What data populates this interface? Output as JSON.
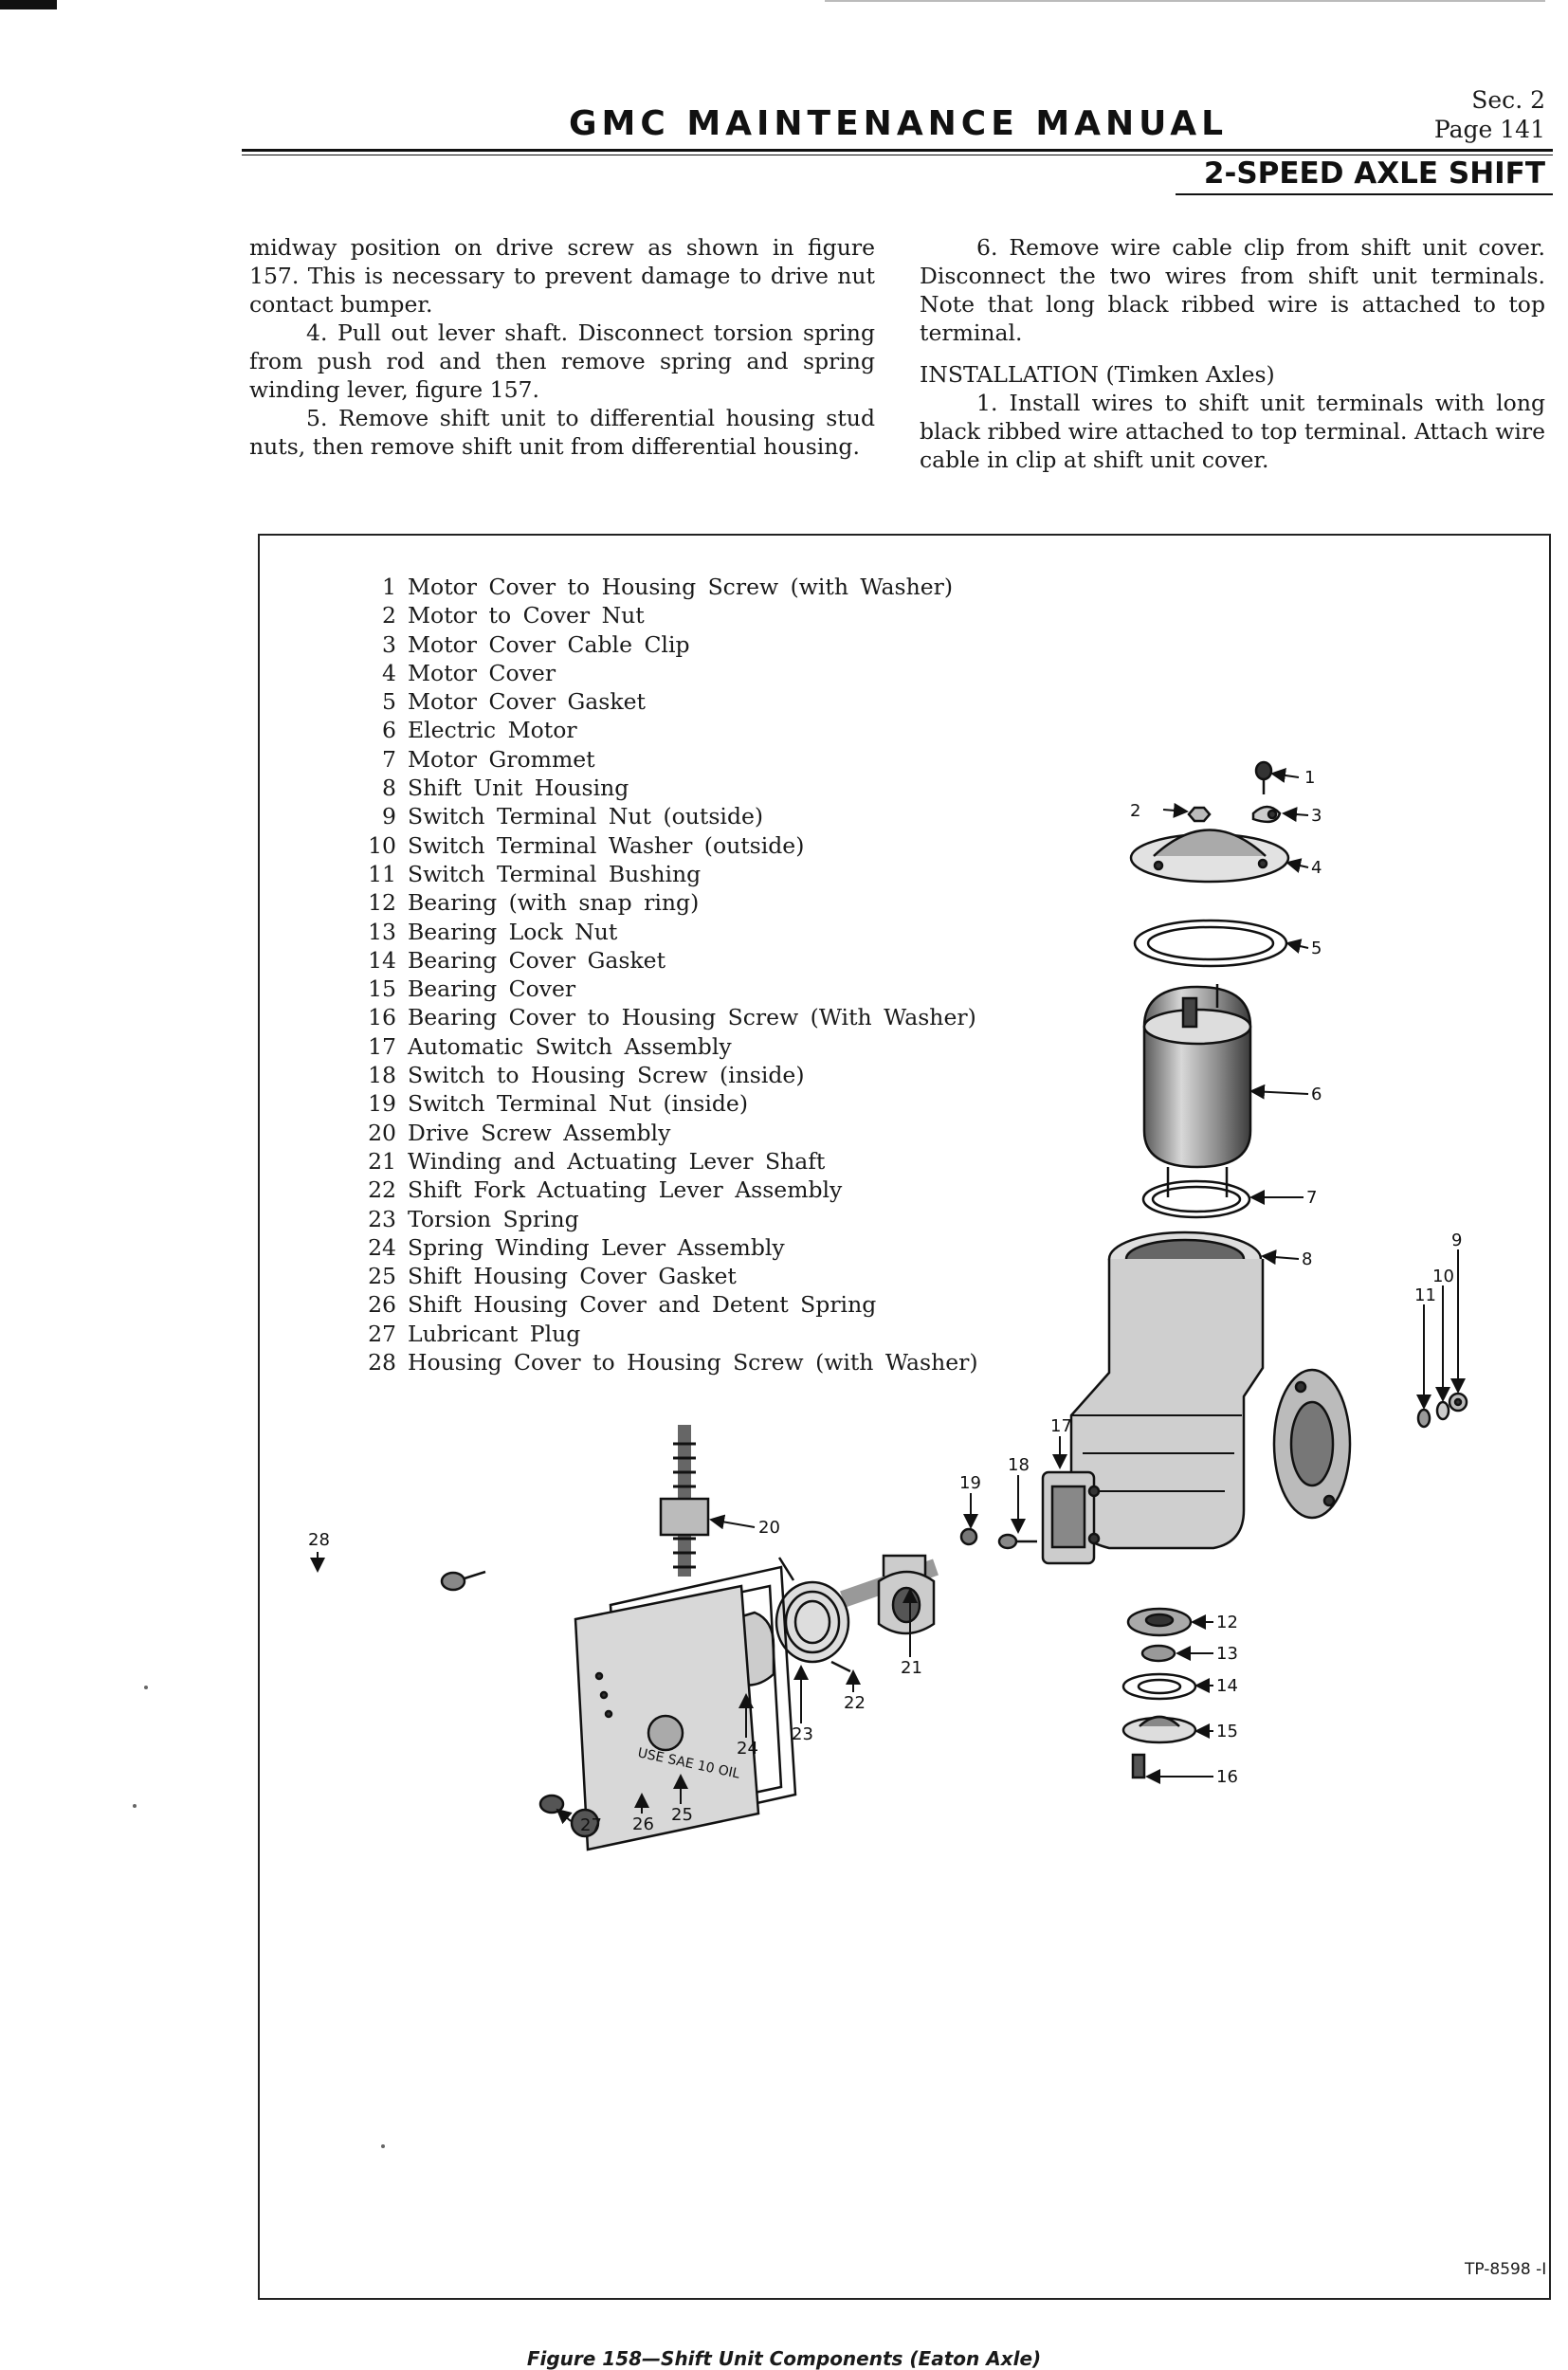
{
  "header": {
    "manual_title": "GMC MAINTENANCE MANUAL",
    "section": "Sec. 2",
    "page": "Page 141",
    "section_title": "2-SPEED AXLE SHIFT"
  },
  "left_column": {
    "p1": "midway position on drive screw as shown in figure 157. This is necessary to prevent damage to drive nut contact bumper.",
    "p2": "4. Pull out lever shaft. Disconnect torsion spring from push rod and then remove spring and spring winding lever, figure 157.",
    "p3": "5. Remove shift unit to differential housing stud nuts, then remove shift unit from differential housing."
  },
  "right_column": {
    "p1": "6. Remove wire cable clip from shift unit cover. Disconnect the two wires from shift unit terminals. Note that long black ribbed wire is attached to top terminal.",
    "heading": "INSTALLATION (Timken Axles)",
    "p2": "1. Install wires to shift unit terminals with long black ribbed wire attached to top terminal. Attach wire cable in clip at shift unit cover."
  },
  "legend": [
    {
      "num": "1",
      "label": "Motor Cover to Housing Screw (with Washer)"
    },
    {
      "num": "2",
      "label": "Motor to Cover Nut"
    },
    {
      "num": "3",
      "label": "Motor Cover Cable Clip"
    },
    {
      "num": "4",
      "label": "Motor Cover"
    },
    {
      "num": "5",
      "label": "Motor Cover Gasket"
    },
    {
      "num": "6",
      "label": "Electric Motor"
    },
    {
      "num": "7",
      "label": "Motor Grommet"
    },
    {
      "num": "8",
      "label": "Shift Unit Housing"
    },
    {
      "num": "9",
      "label": "Switch Terminal Nut (outside)"
    },
    {
      "num": "10",
      "label": "Switch Terminal Washer (outside)"
    },
    {
      "num": "11",
      "label": "Switch Terminal Bushing"
    },
    {
      "num": "12",
      "label": "Bearing (with snap ring)"
    },
    {
      "num": "13",
      "label": "Bearing Lock Nut"
    },
    {
      "num": "14",
      "label": "Bearing Cover Gasket"
    },
    {
      "num": "15",
      "label": "Bearing Cover"
    },
    {
      "num": "16",
      "label": "Bearing Cover to Housing Screw (With Washer)"
    },
    {
      "num": "17",
      "label": "Automatic Switch Assembly"
    },
    {
      "num": "18",
      "label": "Switch to Housing Screw (inside)"
    },
    {
      "num": "19",
      "label": "Switch Terminal Nut (inside)"
    },
    {
      "num": "20",
      "label": "Drive Screw Assembly"
    },
    {
      "num": "21",
      "label": "Winding and Actuating Lever Shaft"
    },
    {
      "num": "22",
      "label": "Shift Fork Actuating Lever Assembly"
    },
    {
      "num": "23",
      "label": "Torsion Spring"
    },
    {
      "num": "24",
      "label": "Spring Winding Lever Assembly"
    },
    {
      "num": "25",
      "label": "Shift Housing Cover Gasket"
    },
    {
      "num": "26",
      "label": "Shift Housing Cover and Detent Spring"
    },
    {
      "num": "27",
      "label": "Lubricant Plug"
    },
    {
      "num": "28",
      "label": "Housing Cover to Housing Screw (with Washer)"
    }
  ],
  "diagram": {
    "callouts": [
      "1",
      "2",
      "3",
      "4",
      "5",
      "6",
      "7",
      "8",
      "9",
      "10",
      "11",
      "12",
      "13",
      "14",
      "15",
      "16",
      "17",
      "18",
      "19",
      "20",
      "21",
      "22",
      "23",
      "24",
      "25",
      "26",
      "27",
      "28"
    ],
    "cover_stamp": "USE SAE 10 OIL"
  },
  "figure": {
    "tp_number": "TP-8598 -I",
    "caption": "Figure 158—Shift Unit Components (Eaton Axle)"
  }
}
